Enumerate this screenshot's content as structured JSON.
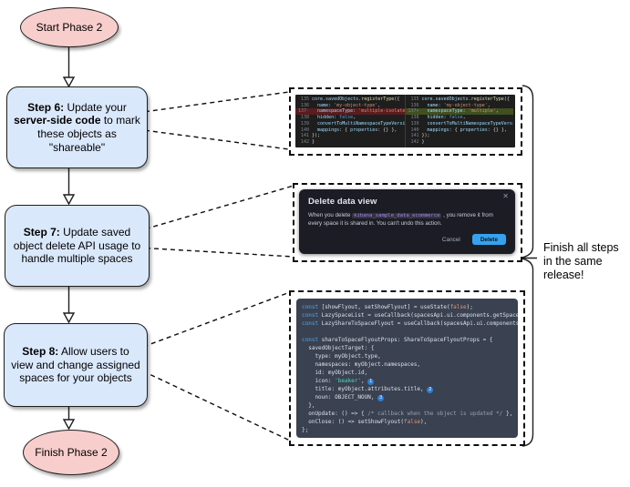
{
  "diagram": {
    "start": {
      "label": "Start Phase 2"
    },
    "finish": {
      "label": "Finish Phase 2"
    },
    "steps": {
      "step6": {
        "bold1": "Step 6:",
        "t1": " Update your ",
        "bold2": "server-side code",
        "t2": " to mark these objects as \"shareable\""
      },
      "step7": {
        "bold1": "Step 7:",
        "t1": " Update saved object delete API usage to handle multiple spaces"
      },
      "step8": {
        "bold1": "Step 8:",
        "t1": " Allow users to view and change assigned spaces for your objects"
      }
    },
    "note": {
      "text": "Finish all steps in the same release!"
    },
    "colors": {
      "terminal_fill": "#f8cecc",
      "step_fill": "#dae8fc",
      "node_stroke": "#1f1f1f",
      "diff_bg": "#1e1e1e",
      "diff_removed_bg": "#5a1c1f",
      "diff_added_bg": "#41501f",
      "modal_bg": "#1c1d24",
      "primary_button": "#36a2ef",
      "flyout_bg": "#3a4150",
      "badge_blue": "#2f7ed3",
      "code_badge_text": "#a287e8"
    }
  },
  "screenshots": {
    "diff": {
      "left": {
        "lines": [
          {
            "n": "135",
            "segs": [
              [
                "core.savedObjects.",
                "v"
              ],
              [
                "registerType",
                "f"
              ],
              [
                "({",
                "w"
              ]
            ]
          },
          {
            "n": "136",
            "segs": [
              [
                "  name",
                "v"
              ],
              [
                ": ",
                "w"
              ],
              [
                "'my-object-type'",
                "s"
              ],
              [
                ",",
                "w"
              ]
            ]
          },
          {
            "n": "137-",
            "hl": "del",
            "segs": [
              [
                "  namespaceType",
                "v"
              ],
              [
                ": ",
                "w"
              ],
              [
                "'multiple-isolated'",
                "s"
              ],
              [
                ",",
                "w"
              ]
            ]
          },
          {
            "n": "138",
            "segs": [
              [
                "  hidden",
                "v"
              ],
              [
                ": ",
                "w"
              ],
              [
                "false",
                "k"
              ],
              [
                ",",
                "w"
              ]
            ]
          },
          {
            "n": "139",
            "segs": [
              [
                "  convertToMultiNamespaceTypeVersion",
                "v"
              ],
              [
                ": ",
                "w"
              ],
              [
                "'",
                "s"
              ]
            ]
          },
          {
            "n": "140",
            "segs": [
              [
                "  mappings",
                "v"
              ],
              [
                ": { ",
                "w"
              ],
              [
                "properties",
                "v"
              ],
              [
                ": {} },",
                "w"
              ]
            ]
          },
          {
            "n": "141",
            "segs": [
              [
                "});",
                "w"
              ]
            ]
          },
          {
            "n": "142",
            "segs": [
              [
                "}",
                "w"
              ]
            ]
          }
        ]
      },
      "right": {
        "lines": [
          {
            "n": "135",
            "segs": [
              [
                "core.savedObjects.",
                "v"
              ],
              [
                "registerType",
                "f"
              ],
              [
                "({",
                "w"
              ]
            ]
          },
          {
            "n": "136",
            "segs": [
              [
                "  name",
                "v"
              ],
              [
                ": ",
                "w"
              ],
              [
                "'my-object-type'",
                "s"
              ],
              [
                ",",
                "w"
              ]
            ]
          },
          {
            "n": "137+",
            "hl": "add",
            "segs": [
              [
                "  namespaceType",
                "v"
              ],
              [
                ": ",
                "w"
              ],
              [
                "'multiple'",
                "s"
              ],
              [
                ",",
                "w"
              ]
            ]
          },
          {
            "n": "138",
            "segs": [
              [
                "  hidden",
                "v"
              ],
              [
                ": ",
                "w"
              ],
              [
                "false",
                "k"
              ],
              [
                ",",
                "w"
              ]
            ]
          },
          {
            "n": "139",
            "segs": [
              [
                "  convertToMultiNamespaceTypeVersion",
                "v"
              ],
              [
                ": ",
                "w"
              ],
              [
                "'",
                "s"
              ]
            ]
          },
          {
            "n": "140",
            "segs": [
              [
                "  mappings",
                "v"
              ],
              [
                ": { ",
                "w"
              ],
              [
                "properties",
                "v"
              ],
              [
                ": {} },",
                "w"
              ]
            ]
          },
          {
            "n": "141",
            "segs": [
              [
                "});",
                "w"
              ]
            ]
          },
          {
            "n": "142",
            "segs": [
              [
                "}",
                "w"
              ]
            ]
          }
        ]
      }
    },
    "modal": {
      "title": "Delete data view",
      "close_icon": "✕",
      "body_pre": "When you delete ",
      "code": "kibana_sample_data_ecommerce",
      "body_post": " , you remove it from every space it is shared in. You can't undo this action.",
      "cancel_label": "Cancel",
      "delete_label": "Delete"
    },
    "flyout": {
      "lines": [
        {
          "segs": [
            [
              "const",
              "kw"
            ],
            [
              " [showFlyout, setShowFlyout] = useState(",
              "df"
            ],
            [
              "false",
              "bool"
            ],
            [
              ");",
              "df"
            ]
          ]
        },
        {
          "segs": [
            [
              "const",
              "kw"
            ],
            [
              " LazySpaceList = useCallback(spacesApi.ui.components.getSpaceLis",
              "df"
            ]
          ]
        },
        {
          "segs": [
            [
              "const",
              "kw"
            ],
            [
              " LazyShareToSpaceFlyout = useCallback(spacesApi.ui.components.ge",
              "df"
            ]
          ]
        },
        {
          "segs": [
            [
              " ",
              "df"
            ]
          ]
        },
        {
          "segs": [
            [
              "const",
              "kw"
            ],
            [
              " shareToSpaceFlyoutProps: ShareToSpaceFlyoutProps = {",
              "df"
            ]
          ]
        },
        {
          "segs": [
            [
              "  savedObjectTarget: {",
              "df"
            ]
          ]
        },
        {
          "segs": [
            [
              "    type: myObject.type,",
              "df"
            ]
          ]
        },
        {
          "segs": [
            [
              "    namespaces: myObject.namespaces,",
              "df"
            ]
          ]
        },
        {
          "segs": [
            [
              "    id: myObject.id,",
              "df"
            ]
          ]
        },
        {
          "segs": [
            [
              "    icon: ",
              "df"
            ],
            [
              "'beaker'",
              "str"
            ],
            [
              ", ",
              "df"
            ],
            [
              "1",
              "badge"
            ]
          ]
        },
        {
          "segs": [
            [
              "    title: myObject.attributes.title, ",
              "df"
            ],
            [
              "2",
              "badge"
            ]
          ]
        },
        {
          "segs": [
            [
              "    noun: OBJECT_NOUN, ",
              "df"
            ],
            [
              "3",
              "badge"
            ]
          ]
        },
        {
          "segs": [
            [
              "  },",
              "df"
            ]
          ]
        },
        {
          "segs": [
            [
              "  onUpdate: () => { ",
              "df"
            ],
            [
              "/* callback when the object is updated */",
              "cm"
            ],
            [
              " },",
              "df"
            ]
          ]
        },
        {
          "segs": [
            [
              "  onClose: () => setShowFlyout(",
              "df"
            ],
            [
              "false",
              "bool"
            ],
            [
              "),",
              "df"
            ]
          ]
        },
        {
          "segs": [
            [
              "};",
              "df"
            ]
          ]
        }
      ]
    }
  }
}
